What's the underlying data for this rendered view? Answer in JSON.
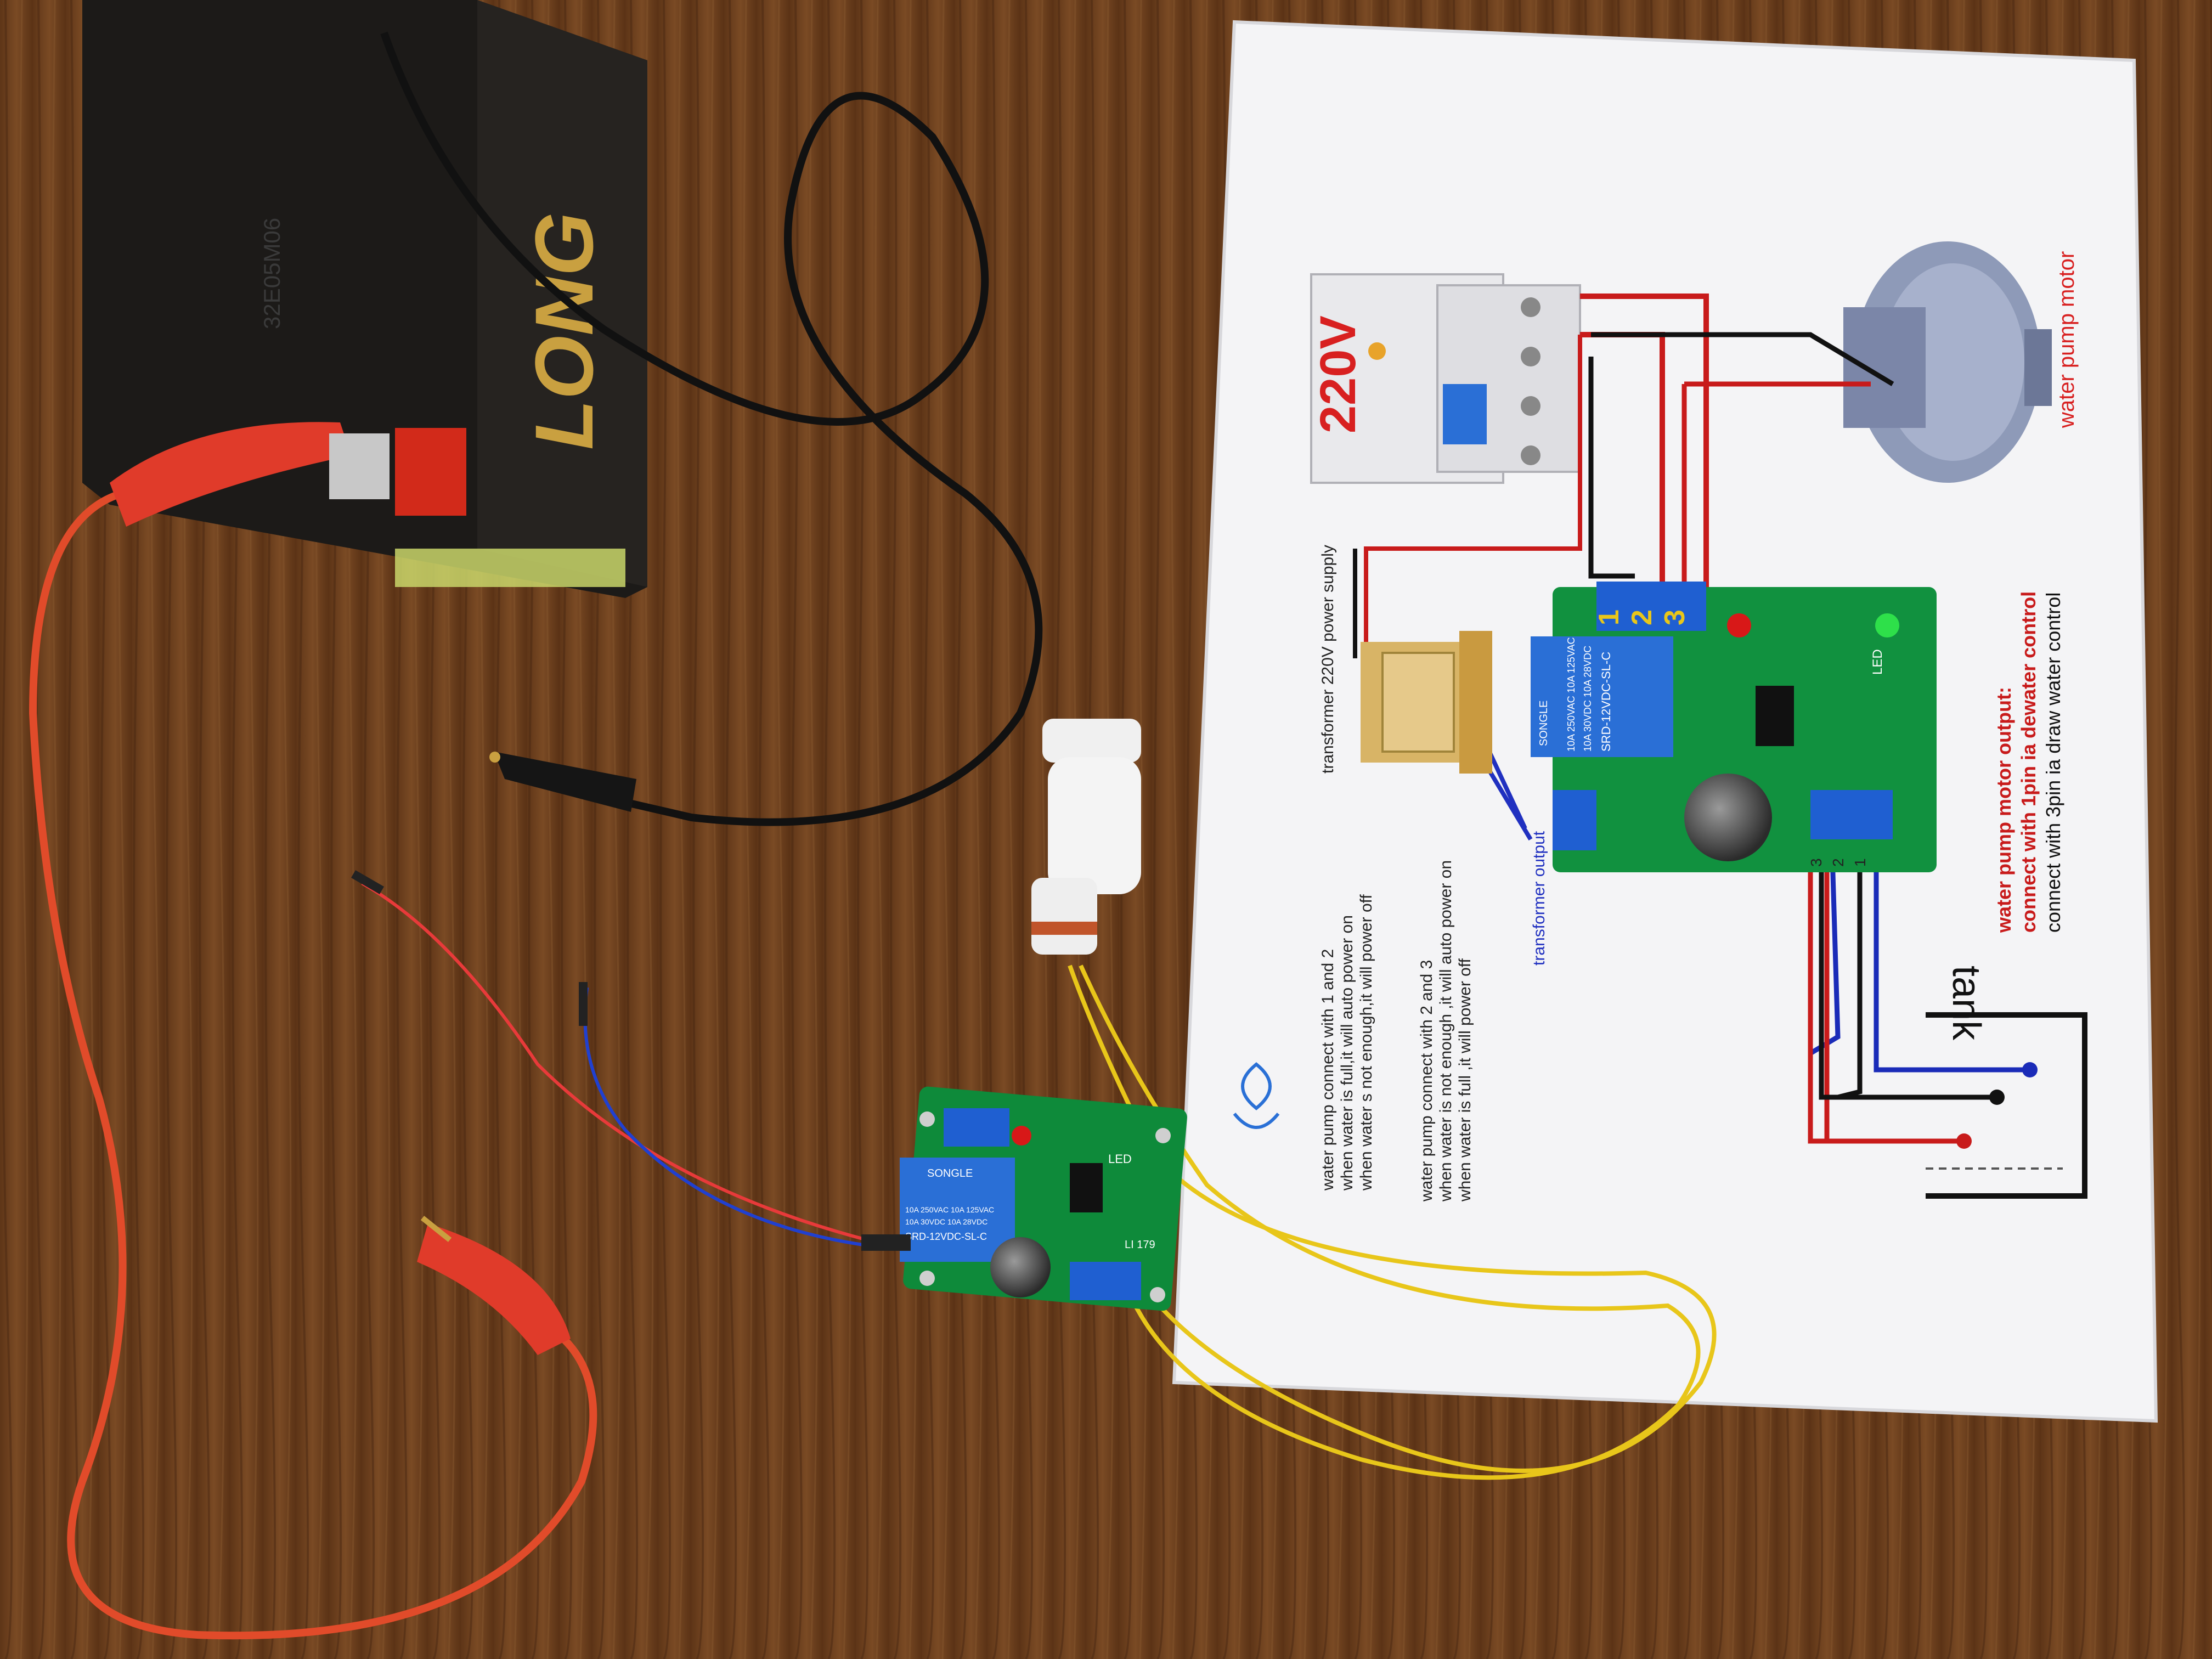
{
  "colors": {
    "wood": "#6b3f1e",
    "wood_dark": "#4a2812",
    "paper": "#f4f4f6",
    "pcb_green": "#0e8a3a",
    "terminal_blue": "#1f5fd1",
    "relay_blue": "#2a6fd6",
    "wire_red": "#e14b2a",
    "wire_yellow": "#e8c61a",
    "wire_black": "#111111",
    "battery_black": "#1c1a18",
    "battery_gold": "#c9a040"
  },
  "battery": {
    "brand": "LONG",
    "serial": "32E05M06"
  },
  "diagram": {
    "voltage_label": "220V",
    "motor_label": "water pump motor",
    "transformer_label": "transformer 220V power supply",
    "transformer_output_label": "transformer output",
    "terminal_1": "1",
    "terminal_2": "2",
    "terminal_3": "3",
    "led_label": "LED",
    "relay_line1": "SONGLE",
    "relay_line2": "10A 250VAC 10A 125VAC",
    "relay_line3": "10A 30VDC 10A 28VDC",
    "relay_line4": "SRD-12VDC-SL-C",
    "pump_output_line1": "water pump motor output:",
    "pump_output_line2": "connect with 1pin ia dewater control",
    "pump_output_line3": "connect with 3pin ia draw water control",
    "tank_label": "tank",
    "instruction_1_line1": "water pump connect with 1 and 2",
    "instruction_1_line2": "when water is full,it will auto power on",
    "instruction_1_line3": "when water s not enough,it will power off",
    "instruction_2_line1": "water pump connect with 2 and 3",
    "instruction_2_line2": "when water is not enough ,it will auto power on",
    "instruction_2_line3": "when water is full ,it will power off",
    "pin_labels": [
      "3",
      "2",
      "1"
    ]
  },
  "board": {
    "relay_line1": "SONGLE",
    "relay_line2": "10A 250VAC 10A 125VAC",
    "relay_line3": "10A 30VDC 10A 28VDC",
    "relay_line4": "SRD-12VDC-SL-C",
    "led_label": "LED",
    "silk_label": "LI 179"
  }
}
